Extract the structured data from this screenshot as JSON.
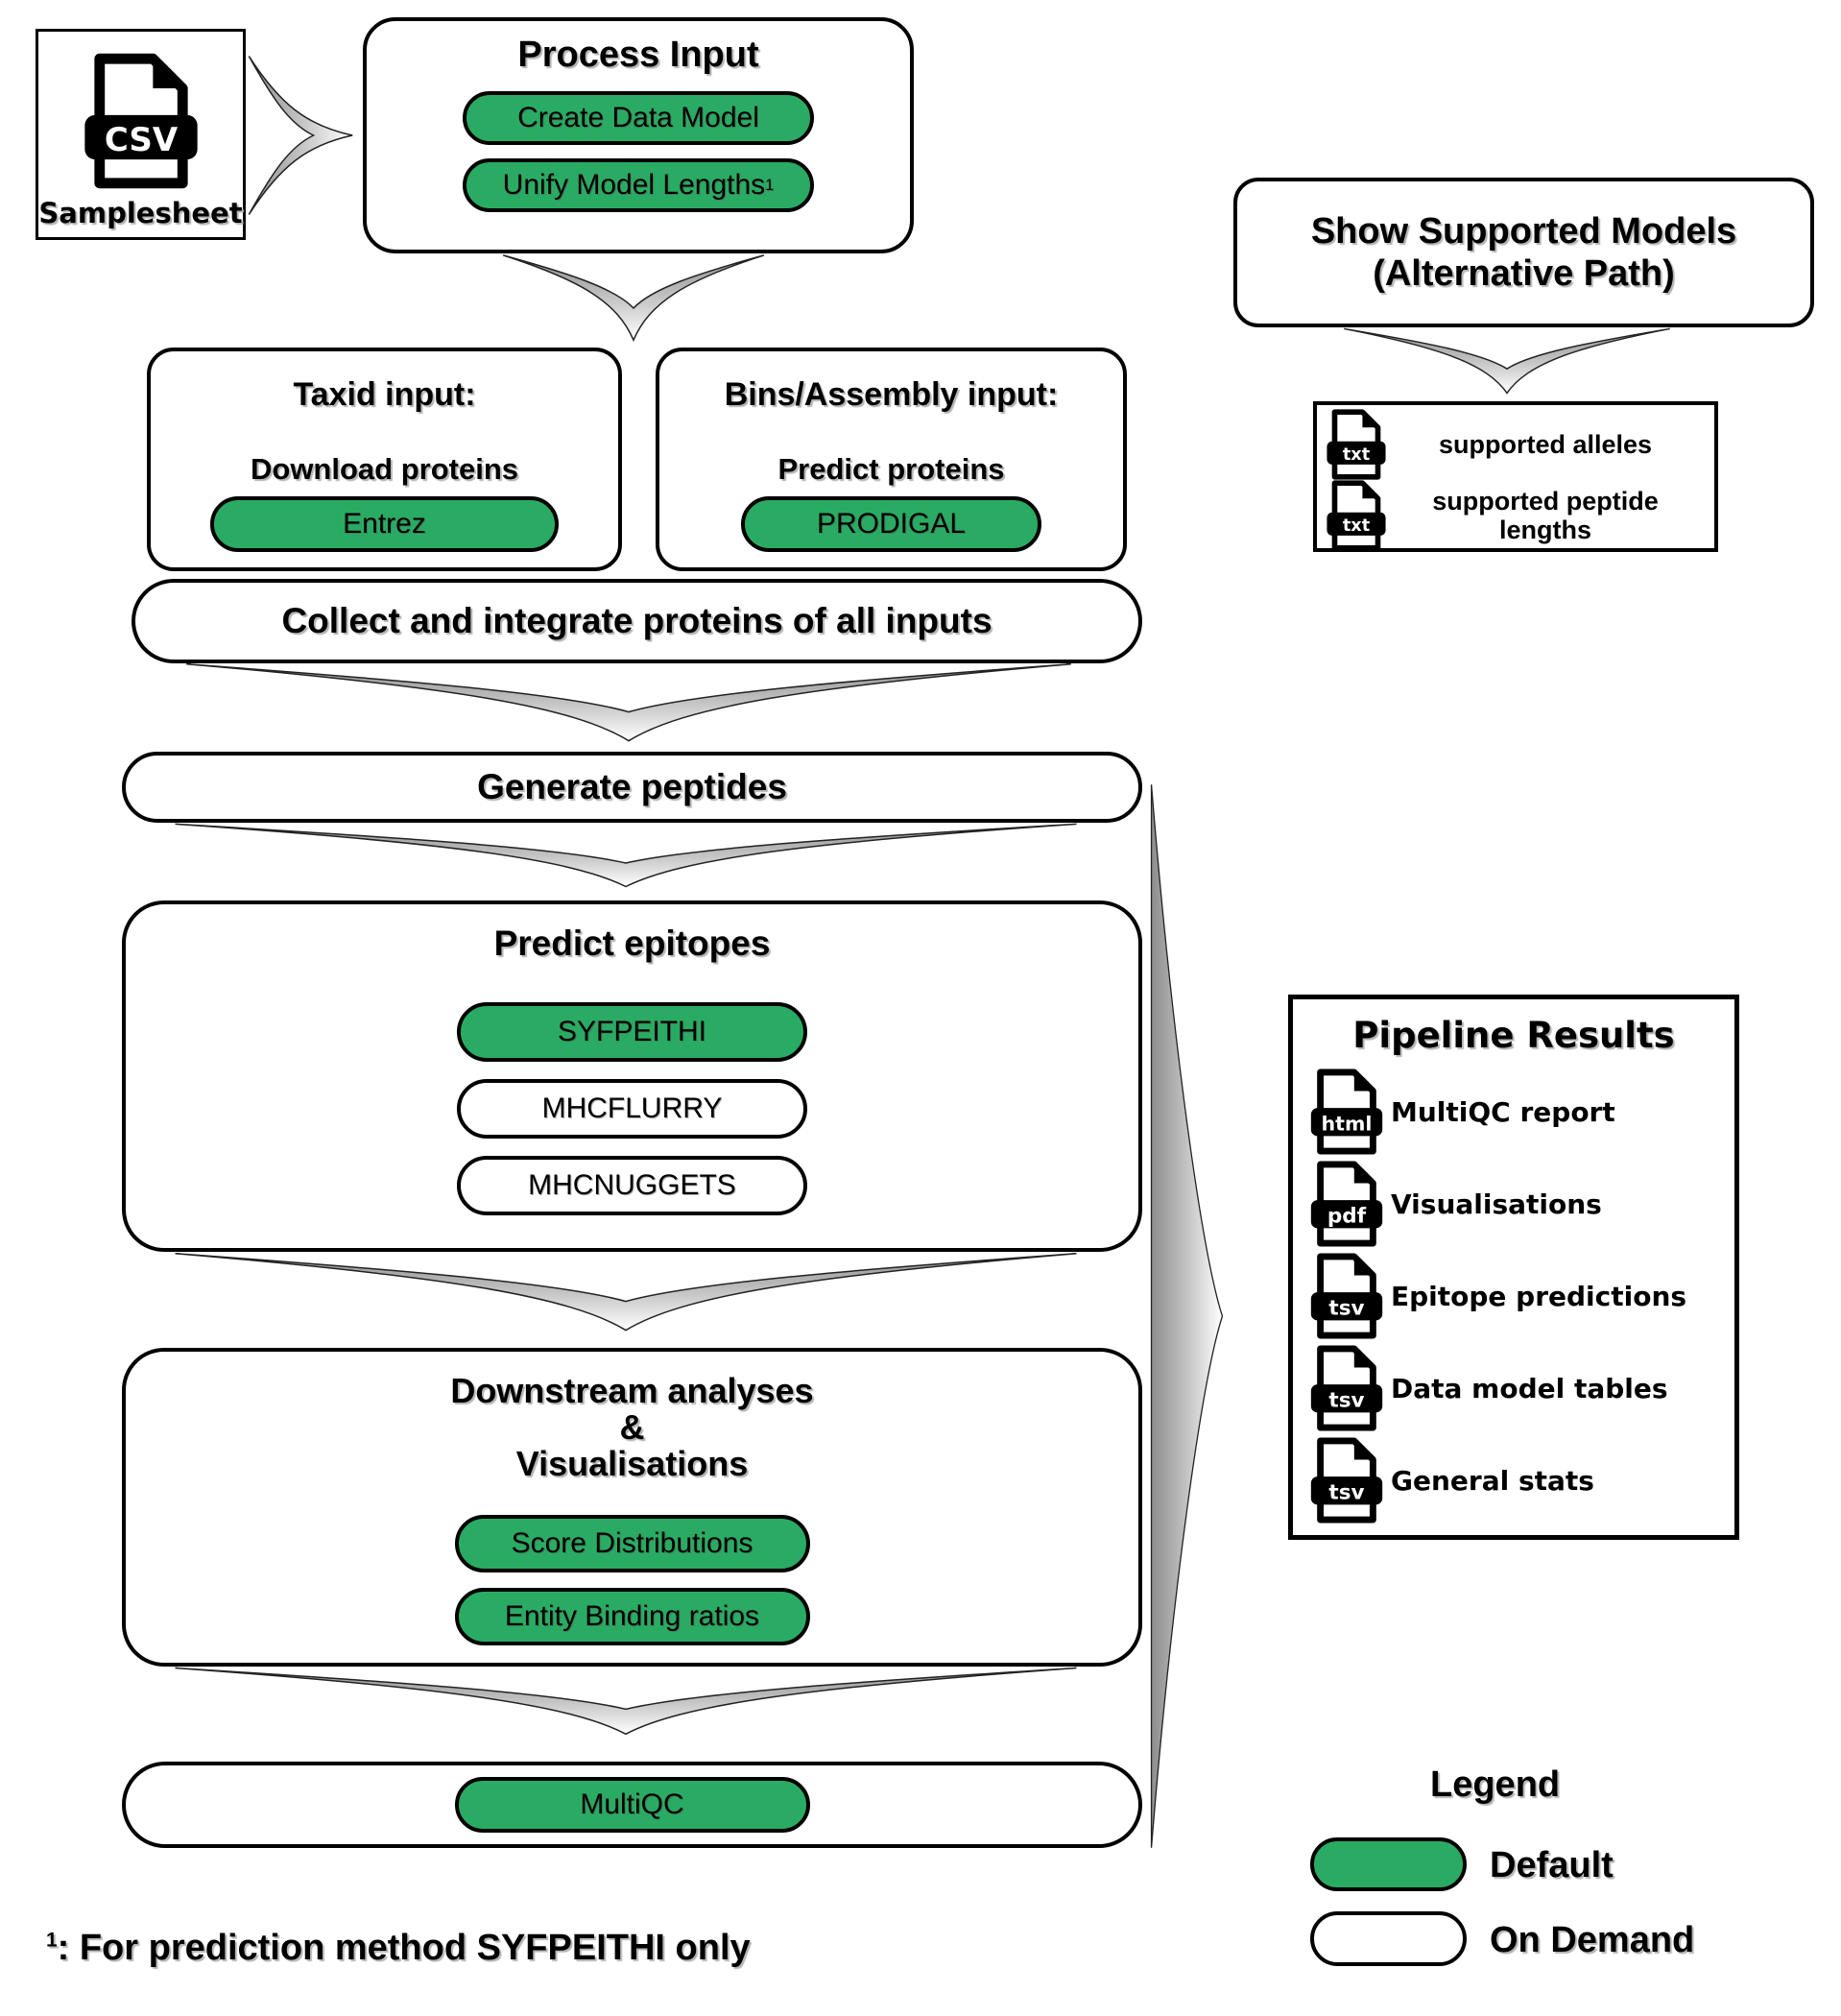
{
  "colors": {
    "green": "#2aab63"
  },
  "samplesheet": {
    "file_type": "CSV",
    "label": "Samplesheet"
  },
  "process_input": {
    "title": "Process Input",
    "step1": "Create Data Model",
    "step2": "Unify Model Lengths",
    "step2_sup": "1"
  },
  "taxid_input": {
    "title": "Taxid input:",
    "subtitle": "Download proteins",
    "tool": "Entrez"
  },
  "bins_input": {
    "title": "Bins/Assembly input:",
    "subtitle": "Predict proteins",
    "tool": "PRODIGAL"
  },
  "collect": {
    "label": "Collect and integrate proteins of all inputs"
  },
  "generate_peptides": {
    "label": "Generate peptides"
  },
  "predict_epitopes": {
    "title": "Predict epitopes",
    "tools": [
      {
        "label": "SYFPEITHI",
        "mode": "default"
      },
      {
        "label": "MHCFLURRY",
        "mode": "on-demand"
      },
      {
        "label": "MHCNUGGETS",
        "mode": "on-demand"
      }
    ]
  },
  "downstream": {
    "title_line1": "Downstream analyses",
    "title_line2": "&",
    "title_line3": "Visualisations",
    "tools": [
      {
        "label": "Score Distributions",
        "mode": "default"
      },
      {
        "label": "Entity Binding ratios",
        "mode": "default"
      }
    ]
  },
  "multiqc": {
    "label": "MultiQC"
  },
  "supported_models": {
    "title_line1": "Show Supported Models",
    "title_line2": "(Alternative Path)",
    "files": [
      {
        "type": "txt",
        "label": "supported alleles"
      },
      {
        "type": "txt",
        "label": "supported peptide lengths"
      }
    ]
  },
  "pipeline_results": {
    "title": "Pipeline Results",
    "files": [
      {
        "type": "html",
        "label": "MultiQC report"
      },
      {
        "type": "pdf",
        "label": "Visualisations"
      },
      {
        "type": "tsv",
        "label": "Epitope predictions"
      },
      {
        "type": "tsv",
        "label": "Data model tables"
      },
      {
        "type": "tsv",
        "label": "General stats"
      }
    ]
  },
  "legend": {
    "title": "Legend",
    "default_label": "Default",
    "on_demand_label": "On Demand"
  },
  "footnote": {
    "sup": "1",
    "text": ": For prediction method SYFPEITHI only"
  }
}
